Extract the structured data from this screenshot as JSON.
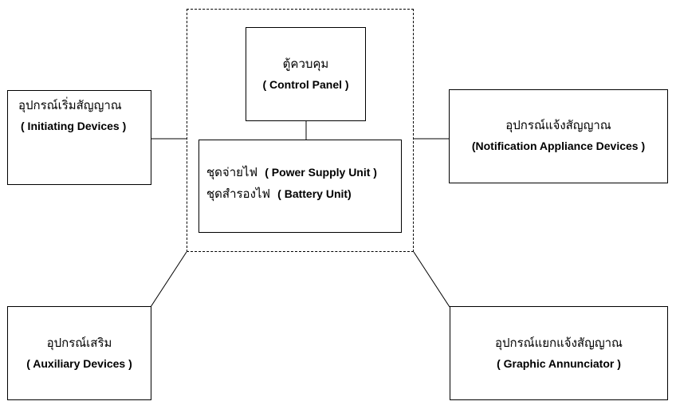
{
  "control_panel": {
    "thai": "ตู้ควบคุม",
    "eng": "( Control Panel )"
  },
  "power_supply": {
    "line1_thai": "ชุดจ่ายไฟ",
    "line1_eng": "( Power Supply Unit )",
    "line2_thai": "ชุดสำรองไฟ",
    "line2_eng": "( Battery  Unit)"
  },
  "initiating_devices": {
    "thai": "อุปกรณ์เริ่มสัญญาณ",
    "eng": "( Initiating Devices )"
  },
  "notification_devices": {
    "thai": "อุปกรณ์แจ้งสัญญาณ",
    "eng": "(Notification Appliance Devices )"
  },
  "auxiliary_devices": {
    "thai": "อุปกรณ์เสริม",
    "eng": "( Auxiliary Devices )"
  },
  "graphic_annunciator": {
    "thai": "อุปกรณ์แยกแจ้งสัญญาณ",
    "eng": "( Graphic Annunciator )"
  },
  "colors": {
    "line": "#000000",
    "background": "#ffffff"
  }
}
